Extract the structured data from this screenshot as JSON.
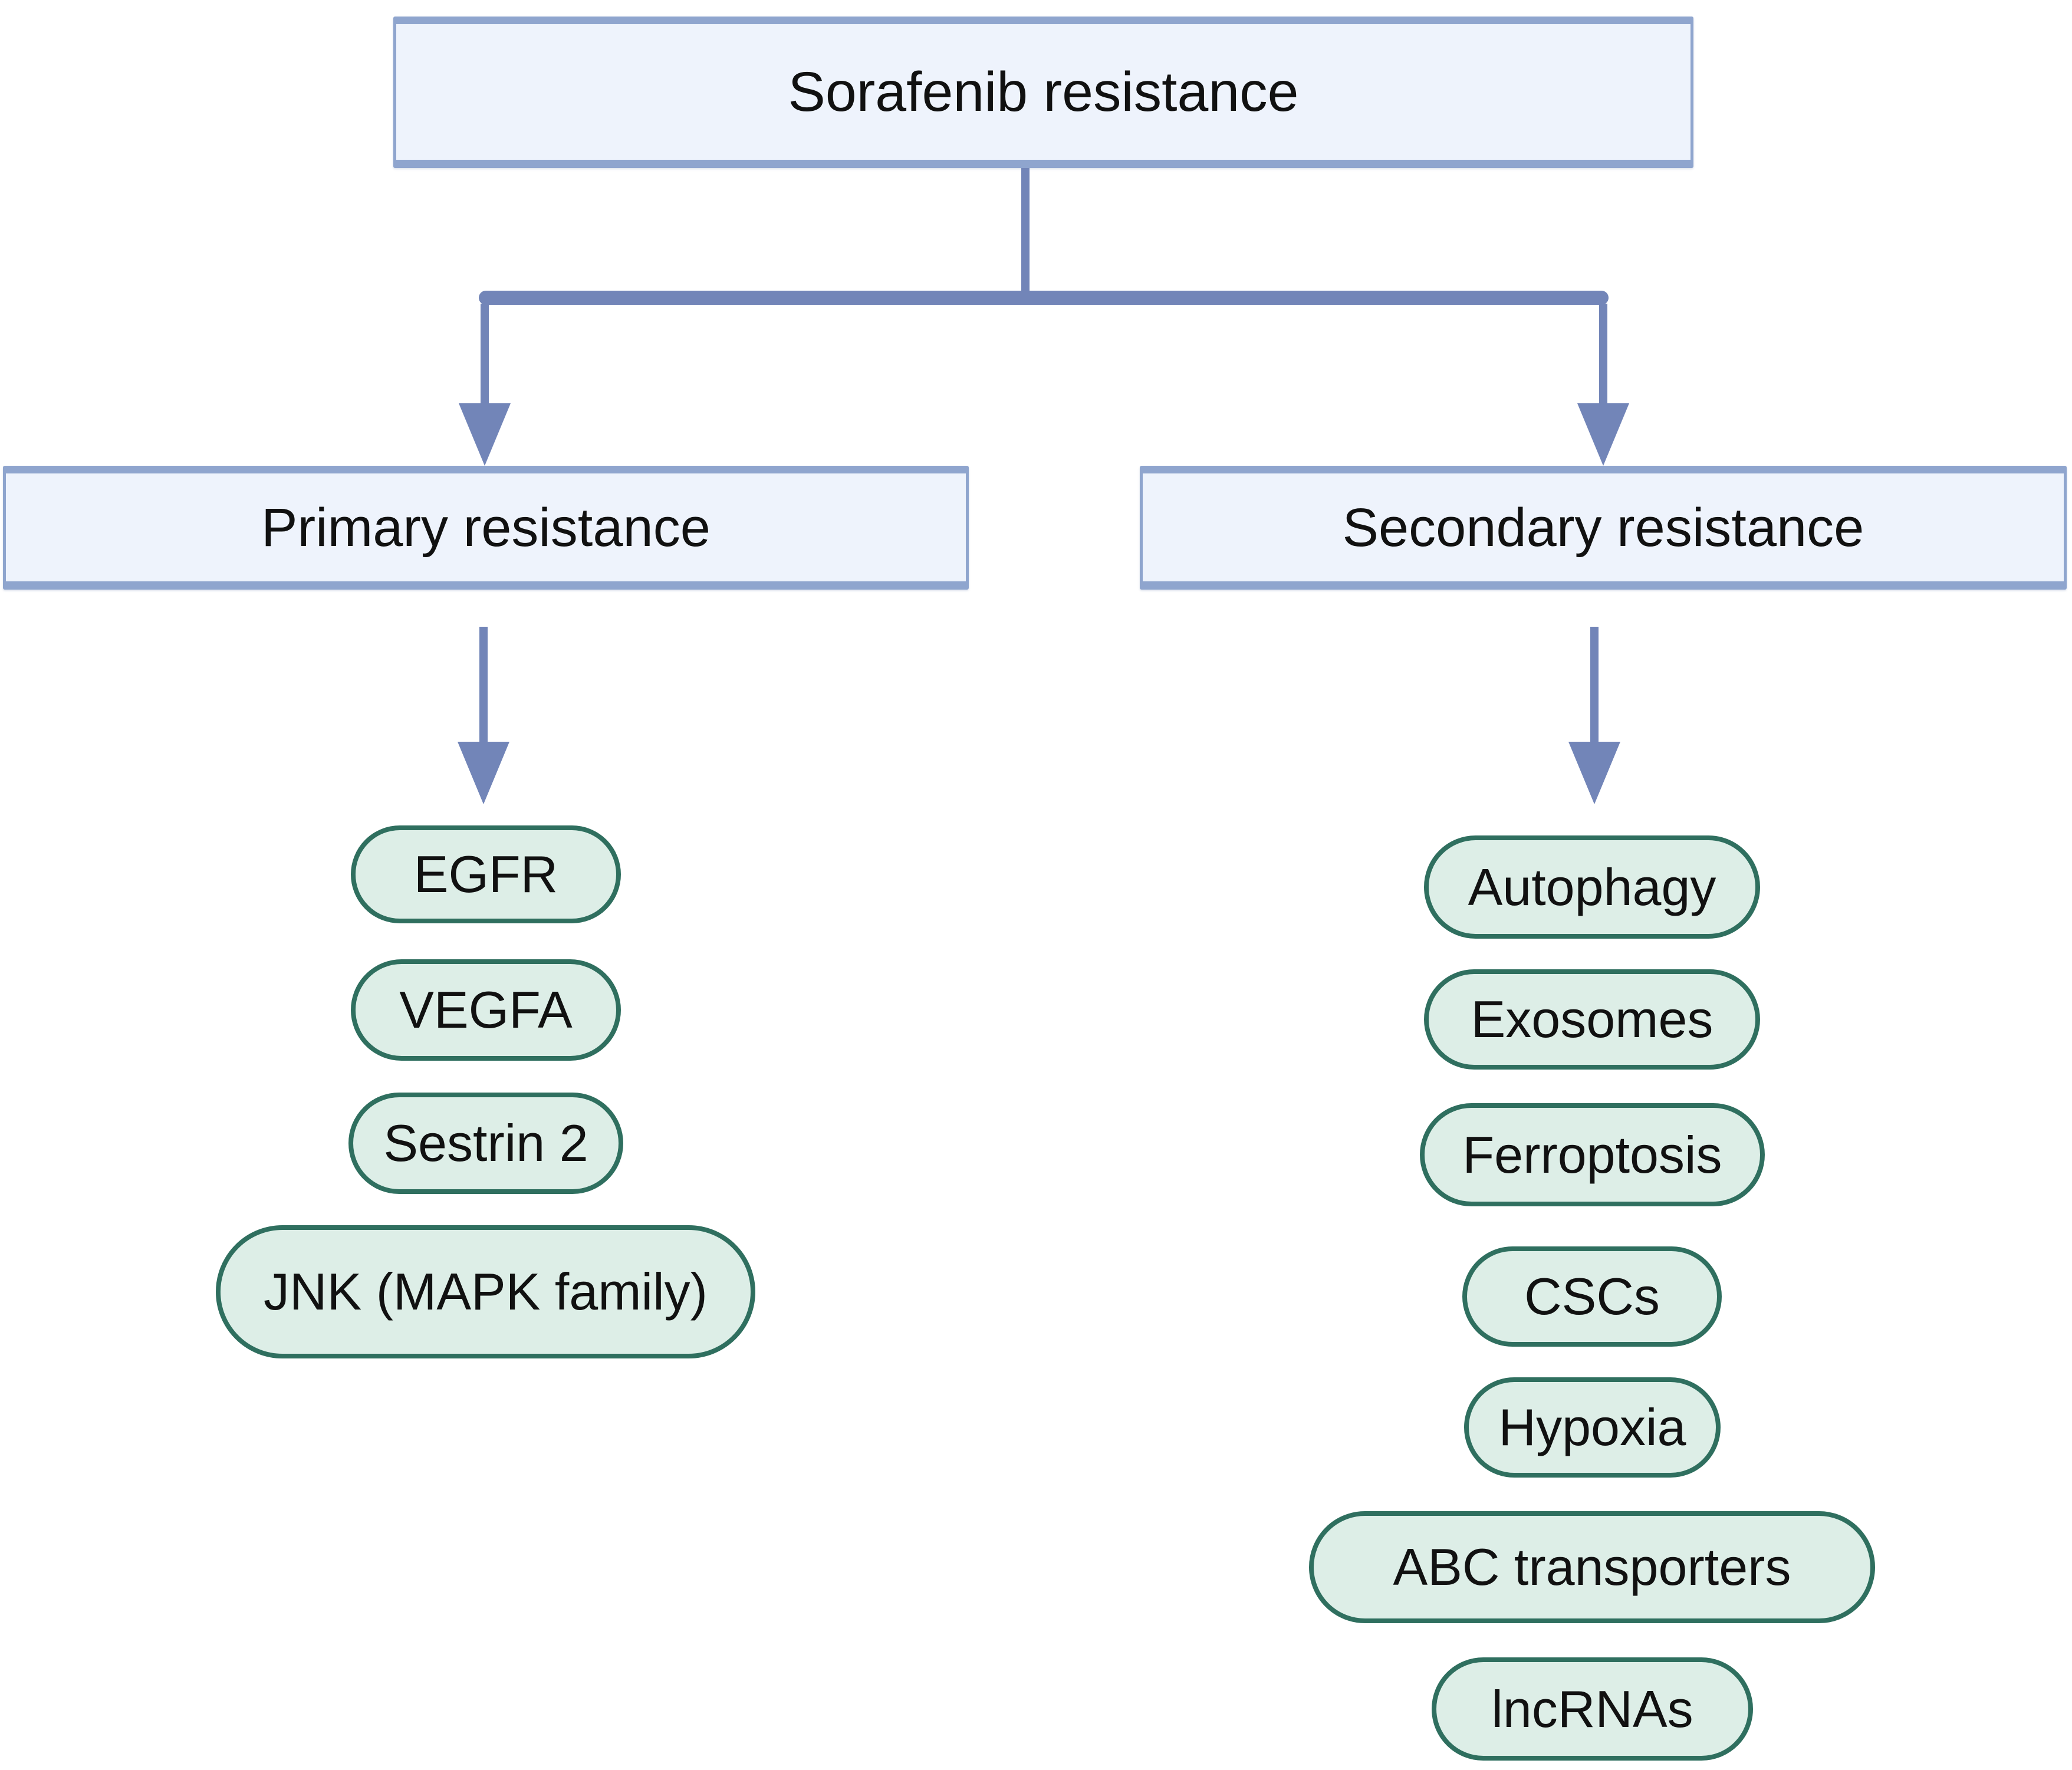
{
  "diagram": {
    "root_label": "Sorafenib resistance",
    "branches": [
      {
        "label": "Primary resistance",
        "items": [
          "EGFR",
          "VEGFA",
          "Sestrin 2",
          "JNK (MAPK family)"
        ]
      },
      {
        "label": "Secondary resistance",
        "items": [
          "Autophagy",
          "Exosomes",
          "Ferroptosis",
          "CSCs",
          "Hypoxia",
          "ABC transporters",
          "lncRNAs"
        ]
      }
    ],
    "colors": {
      "node_box_fill": "#eef3fc",
      "node_box_border": "#8fa5ce",
      "pill_fill": "#ddeee7",
      "pill_border": "#2f6f5f",
      "connector": "#7285b8",
      "text": "#111111",
      "background": "#ffffff"
    }
  }
}
